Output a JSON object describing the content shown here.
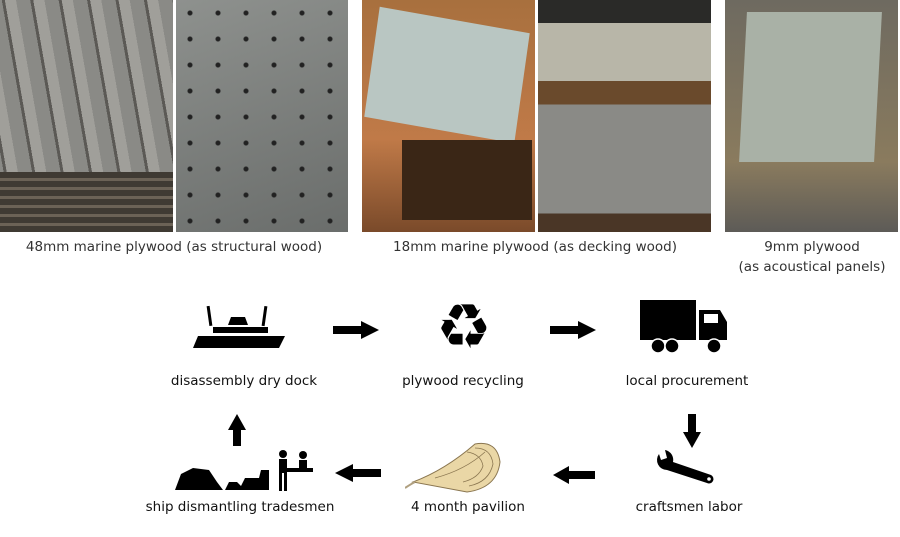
{
  "photos": [
    {
      "caption": "48mm marine plywood (as structural wood)"
    },
    {
      "caption": "18mm marine plywood (as decking wood)"
    },
    {
      "caption_line1": "9mm plywood",
      "caption_line2": "(as acoustical panels)"
    }
  ],
  "cycle": {
    "steps": [
      {
        "label": "disassembly dry dock",
        "icon": "ship-icon"
      },
      {
        "label": "plywood recycling",
        "icon": "recycle-icon"
      },
      {
        "label": "local procurement",
        "icon": "truck-icon"
      },
      {
        "label": "craftsmen labor",
        "icon": "wrench-icon"
      },
      {
        "label": "4 month pavilion",
        "icon": "pavilion-icon"
      },
      {
        "label": "ship dismantling tradesmen",
        "icon": "tradesmen-icon"
      }
    ]
  }
}
